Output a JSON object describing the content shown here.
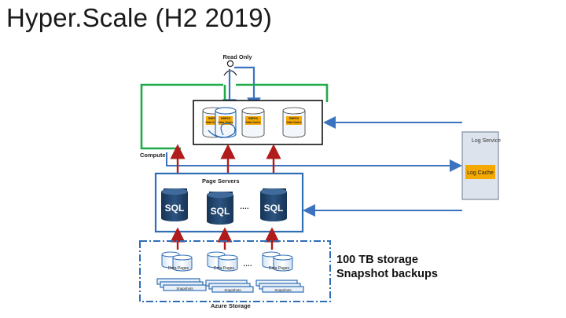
{
  "title": "Hyper.Scale (H2 2019)",
  "diagram": {
    "read_only_label": "Read Only",
    "compute_label": "Compute",
    "log_service_label": "Log Service",
    "log_cache_label": "Log Cache",
    "page_servers_label": "Page Servers",
    "sql_label": "SQL",
    "ellipsis": "….",
    "data_pages_label": "Data Pages",
    "snapshots_label": "Snapshots",
    "azure_storage_label": "Azure Storage",
    "rbpex_label": "RBPEX",
    "data_cache_label": "Data Cache"
  },
  "notes": {
    "line1": "100 TB storage",
    "line2": "Snapshot backups"
  },
  "colors": {
    "compute_box": "#1faa4a",
    "blue_border": "#2f6db5",
    "arrow_red": "#b01b1b",
    "arrow_blue": "#3b73c0",
    "cache_yellow": "#f5a800",
    "sql_dark": "#1f3f66",
    "log_panel": "#dde3ec"
  }
}
